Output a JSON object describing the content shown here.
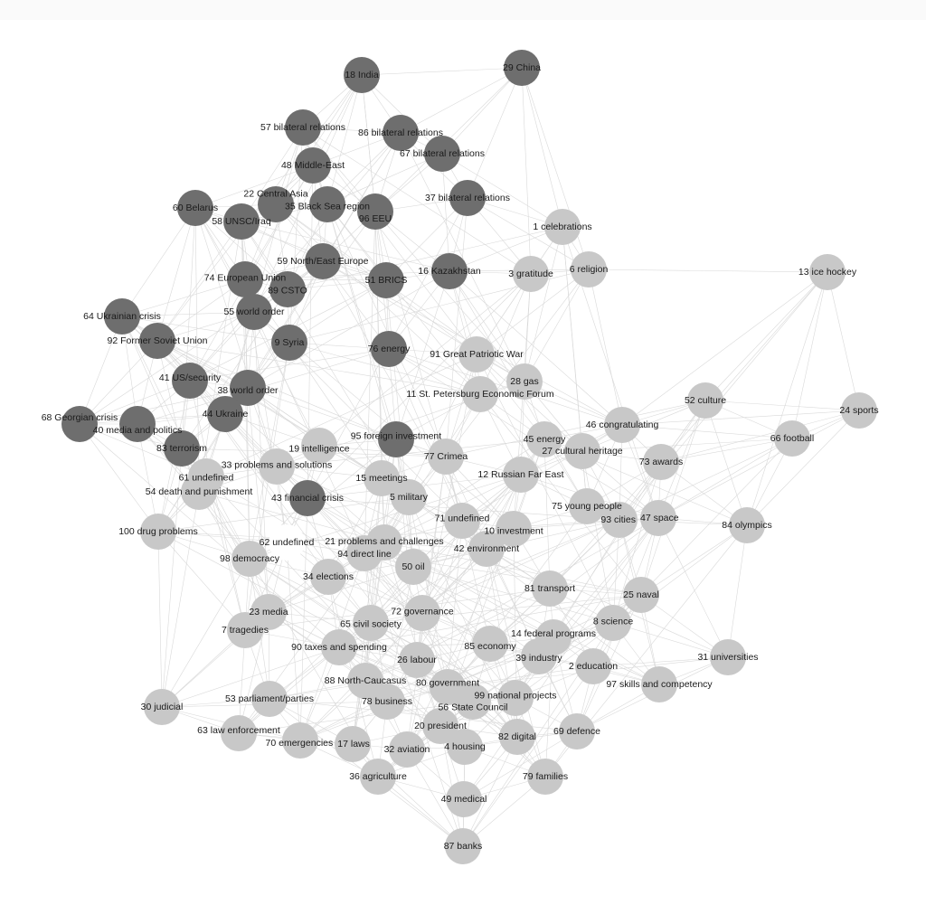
{
  "colors": {
    "dark": "#6e6e6e",
    "light": "#c8c8c8",
    "white": "#ffffff",
    "edge": "#d9d9d9"
  },
  "nodes": [
    {
      "label": "18 India",
      "group": "dark"
    },
    {
      "label": "29 China",
      "group": "dark"
    },
    {
      "label": "57 bilateral relations",
      "group": "dark"
    },
    {
      "label": "86 bilateral relations",
      "group": "dark"
    },
    {
      "label": "67 bilateral relations",
      "group": "dark"
    },
    {
      "label": "48 Middle-East",
      "group": "dark"
    },
    {
      "label": "37 bilateral relations",
      "group": "dark"
    },
    {
      "label": "60 Belarus",
      "group": "dark"
    },
    {
      "label": "22 Central Asia",
      "group": "dark"
    },
    {
      "label": "35 Black Sea region",
      "group": "dark"
    },
    {
      "label": "96 EEU",
      "group": "dark"
    },
    {
      "label": "58 UNSC/Iraq",
      "group": "dark"
    },
    {
      "label": "59 North/East Europe",
      "group": "dark"
    },
    {
      "label": "16 Kazakhstan",
      "group": "dark"
    },
    {
      "label": "51 BRICS",
      "group": "dark"
    },
    {
      "label": "74 European Union",
      "group": "dark"
    },
    {
      "label": "89 CSTO",
      "group": "dark"
    },
    {
      "label": "55 world order",
      "group": "dark"
    },
    {
      "label": "64 Ukrainian crisis",
      "group": "dark"
    },
    {
      "label": "92 Former Soviet Union",
      "group": "dark"
    },
    {
      "label": "9 Syria",
      "group": "dark"
    },
    {
      "label": "76 energy",
      "group": "dark"
    },
    {
      "label": "41 US/security",
      "group": "dark"
    },
    {
      "label": "38 world order",
      "group": "dark"
    },
    {
      "label": "44 Ukraine",
      "group": "dark"
    },
    {
      "label": "68 Georgian crisis",
      "group": "dark"
    },
    {
      "label": "40 media and politics",
      "group": "dark"
    },
    {
      "label": "83 terrorism",
      "group": "dark"
    },
    {
      "label": "95 foreign investment",
      "group": "dark"
    },
    {
      "label": "43 financial crisis",
      "group": "dark"
    },
    {
      "label": "1 celebrations",
      "group": "light"
    },
    {
      "label": "3 gratitude",
      "group": "light"
    },
    {
      "label": "6 religion",
      "group": "light"
    },
    {
      "label": "13 ice hockey",
      "group": "light"
    },
    {
      "label": "91 Great Patriotic War",
      "group": "light"
    },
    {
      "label": "28 gas",
      "group": "light"
    },
    {
      "label": "11 St. Petersburg Economic Forum",
      "group": "light"
    },
    {
      "label": "52 culture",
      "group": "light"
    },
    {
      "label": "24 sports",
      "group": "light"
    },
    {
      "label": "46 congratulating",
      "group": "light"
    },
    {
      "label": "66 football",
      "group": "light"
    },
    {
      "label": "19 intelligence",
      "group": "light"
    },
    {
      "label": "77 Crimea",
      "group": "light"
    },
    {
      "label": "45 energy",
      "group": "light"
    },
    {
      "label": "27 cultural heritage",
      "group": "light"
    },
    {
      "label": "73 awards",
      "group": "light"
    },
    {
      "label": "33 problems and solutions",
      "group": "light"
    },
    {
      "label": "61 undefined",
      "group": "light"
    },
    {
      "label": "15 meetings",
      "group": "light"
    },
    {
      "label": "12 Russian Far East",
      "group": "light"
    },
    {
      "label": "54 death and punishment",
      "group": "light"
    },
    {
      "label": "5 military",
      "group": "light"
    },
    {
      "label": "75 young people",
      "group": "light"
    },
    {
      "label": "71 undefined",
      "group": "light"
    },
    {
      "label": "10 investment",
      "group": "light"
    },
    {
      "label": "93 cities",
      "group": "light"
    },
    {
      "label": "47 space",
      "group": "light"
    },
    {
      "label": "84 olympics",
      "group": "light"
    },
    {
      "label": "100 drug problems",
      "group": "light"
    },
    {
      "label": "62 undefined",
      "group": "white"
    },
    {
      "label": "21 problems and challenges",
      "group": "light"
    },
    {
      "label": "94 direct line",
      "group": "light"
    },
    {
      "label": "42 environment",
      "group": "light"
    },
    {
      "label": "98 democracy",
      "group": "light"
    },
    {
      "label": "50 oil",
      "group": "light"
    },
    {
      "label": "34 elections",
      "group": "light"
    },
    {
      "label": "81 transport",
      "group": "light"
    },
    {
      "label": "25 naval",
      "group": "light"
    },
    {
      "label": "23 media",
      "group": "light"
    },
    {
      "label": "72 governance",
      "group": "light"
    },
    {
      "label": "7 tragedies",
      "group": "light"
    },
    {
      "label": "65 civil society",
      "group": "light"
    },
    {
      "label": "8 science",
      "group": "light"
    },
    {
      "label": "85 economy",
      "group": "light"
    },
    {
      "label": "14 federal programs",
      "group": "light"
    },
    {
      "label": "90 taxes and spending",
      "group": "light"
    },
    {
      "label": "26 labour",
      "group": "light"
    },
    {
      "label": "39 industry",
      "group": "light"
    },
    {
      "label": "2 education",
      "group": "light"
    },
    {
      "label": "31 universities",
      "group": "light"
    },
    {
      "label": "88 North-Caucasus",
      "group": "light"
    },
    {
      "label": "80 government",
      "group": "light"
    },
    {
      "label": "97 skills and competency",
      "group": "light"
    },
    {
      "label": "99 national projects",
      "group": "light"
    },
    {
      "label": "53 parliament/parties",
      "group": "light"
    },
    {
      "label": "78 business",
      "group": "light"
    },
    {
      "label": "56 State Council",
      "group": "light"
    },
    {
      "label": "30 judicial",
      "group": "light"
    },
    {
      "label": "20 president",
      "group": "light"
    },
    {
      "label": "63 law enforcement",
      "group": "light"
    },
    {
      "label": "70 emergencies",
      "group": "light"
    },
    {
      "label": "17 laws",
      "group": "light"
    },
    {
      "label": "32 aviation",
      "group": "light"
    },
    {
      "label": "4 housing",
      "group": "light"
    },
    {
      "label": "82 digital",
      "group": "light"
    },
    {
      "label": "69 defence",
      "group": "light"
    },
    {
      "label": "36 agriculture",
      "group": "light"
    },
    {
      "label": "79 families",
      "group": "light"
    },
    {
      "label": "49 medical",
      "group": "light"
    },
    {
      "label": "87 banks",
      "group": "light"
    }
  ]
}
